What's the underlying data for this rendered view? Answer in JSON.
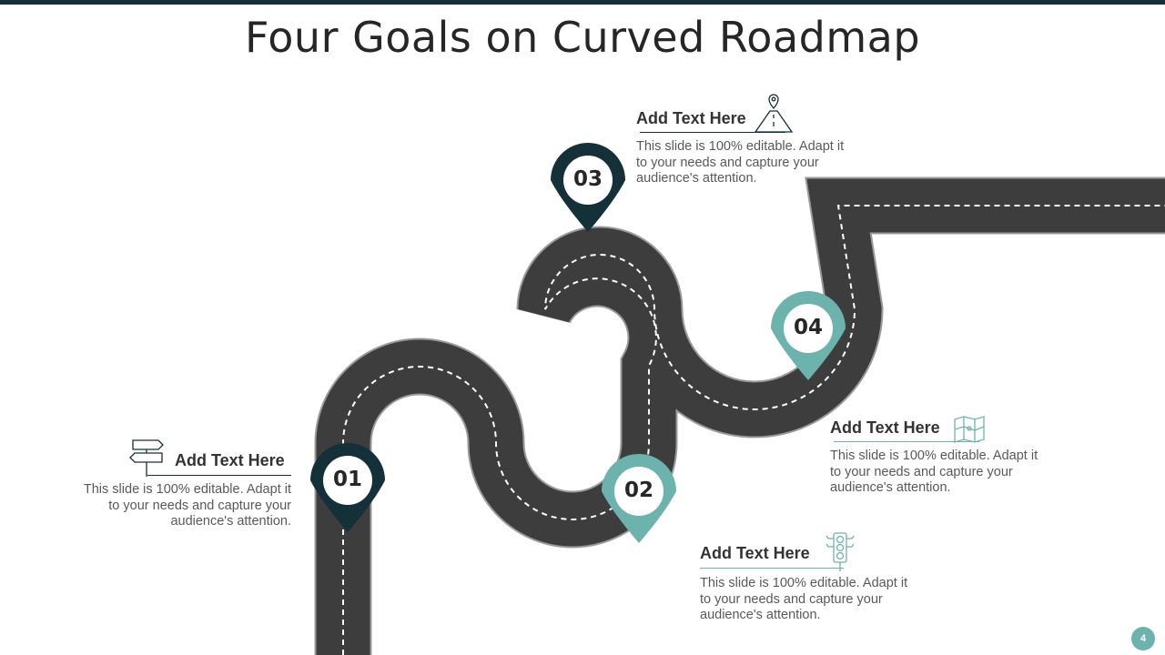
{
  "slide": {
    "title": "Four Goals on Curved Roadmap",
    "page_number": "4"
  },
  "colors": {
    "dark": "#143039",
    "teal": "#6db3ad",
    "road": "#3d3d3d",
    "text": "#595959"
  },
  "pins": [
    {
      "label": "01",
      "color": "dark"
    },
    {
      "label": "02",
      "color": "teal"
    },
    {
      "label": "03",
      "color": "dark"
    },
    {
      "label": "04",
      "color": "teal"
    }
  ],
  "goals": [
    {
      "heading": "Add Text Here",
      "body": "This slide is 100% editable. Adapt it to your needs and capture your audience's attention.",
      "icon": "signpost-icon"
    },
    {
      "heading": "Add Text Here",
      "body": "This slide is 100% editable. Adapt it to your needs and capture your audience's attention.",
      "icon": "traffic-light-icon"
    },
    {
      "heading": "Add Text Here",
      "body": "This slide is 100% editable. Adapt it to your needs and capture your audience's attention.",
      "icon": "road-location-icon"
    },
    {
      "heading": "Add Text Here",
      "body": "This slide is 100% editable. Adapt it to your needs and capture your audience's attention.",
      "icon": "map-icon"
    }
  ]
}
